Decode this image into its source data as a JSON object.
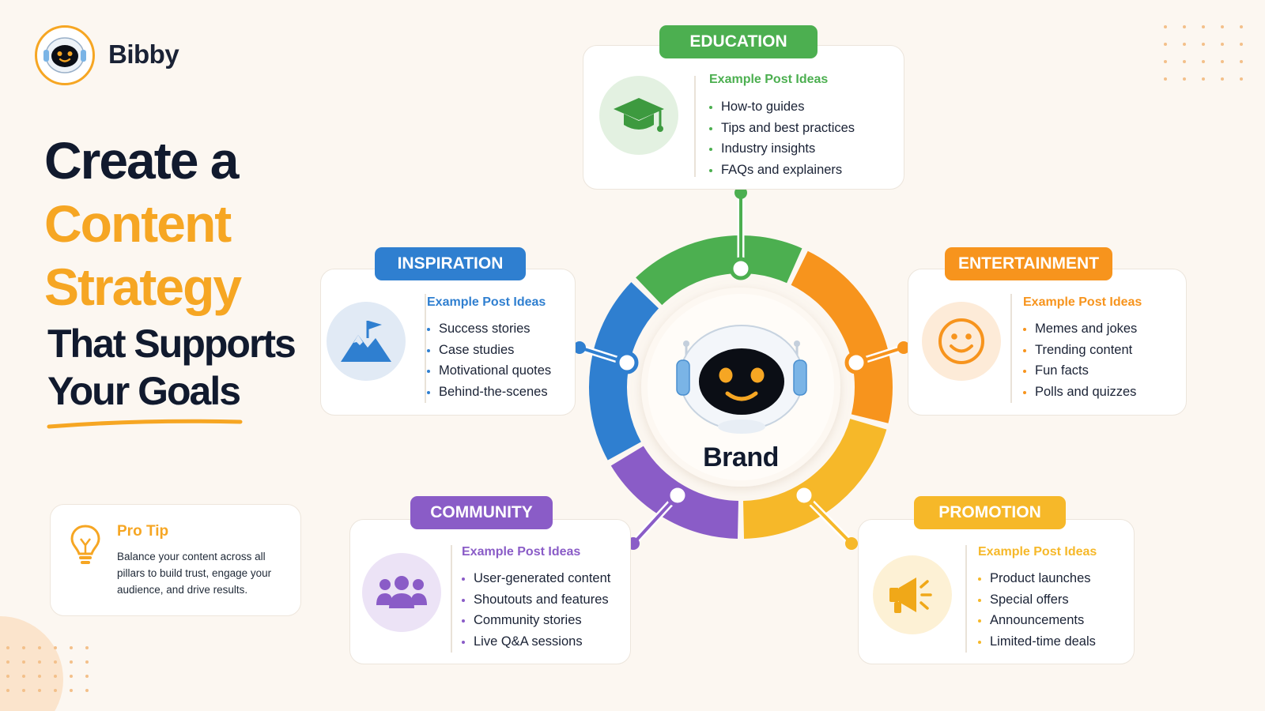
{
  "brand": {
    "name": "Bibby"
  },
  "headline": {
    "line1": "Create a",
    "line2": "Content",
    "line3": "Strategy",
    "line4": "That Supports",
    "line5": "Your Goals"
  },
  "tip": {
    "title": "Pro Tip",
    "text": "Balance your content across all pillars to build trust, engage your audience, and drive results."
  },
  "center": {
    "label": "Brand"
  },
  "pillars": {
    "education": {
      "label": "EDUCATION",
      "color": "#4caf50",
      "ideas_title": "Example Post Ideas",
      "ideas": [
        "How-to guides",
        "Tips and best practices",
        "Industry insights",
        "FAQs and explainers"
      ],
      "icon": "graduation-cap-icon"
    },
    "inspiration": {
      "label": "INSPIRATION",
      "color": "#2f7fd0",
      "ideas_title": "Example Post Ideas",
      "ideas": [
        "Success stories",
        "Case studies",
        "Motivational quotes",
        "Behind-the-scenes"
      ],
      "icon": "mountain-flag-icon"
    },
    "entertainment": {
      "label": "ENTERTAINMENT",
      "color": "#f7941d",
      "ideas_title": "Example Post Ideas",
      "ideas": [
        "Memes and jokes",
        "Trending content",
        "Fun facts",
        "Polls and quizzes"
      ],
      "icon": "smiley-icon"
    },
    "community": {
      "label": "COMMUNITY",
      "color": "#8a5cc7",
      "ideas_title": "Example Post Ideas",
      "ideas": [
        "User-generated content",
        "Shoutouts and features",
        "Community stories",
        "Live Q&A sessions"
      ],
      "icon": "people-group-icon"
    },
    "promotion": {
      "label": "PROMOTION",
      "color": "#f6b829",
      "ideas_title": "Example Post Ideas",
      "ideas": [
        "Product launches",
        "Special offers",
        "Announcements",
        "Limited-time deals"
      ],
      "icon": "megaphone-icon"
    }
  }
}
